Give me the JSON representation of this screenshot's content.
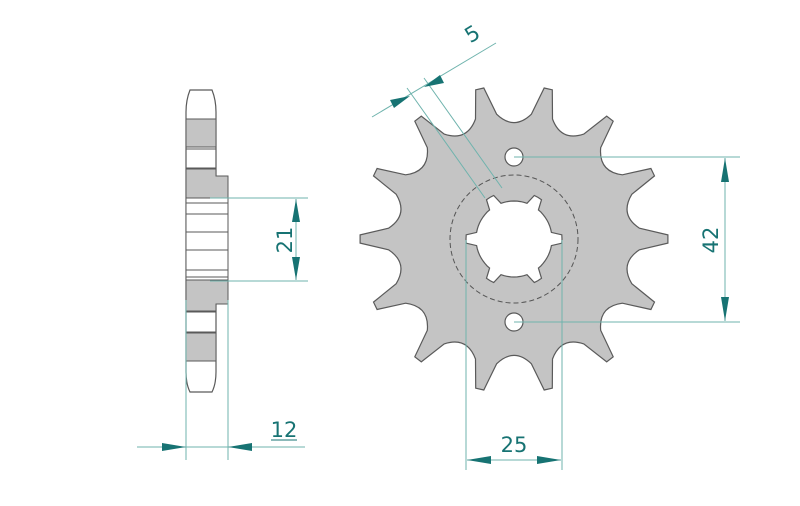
{
  "drawing": {
    "title": "Front sprocket technical drawing",
    "colors": {
      "part_fill": "#c4c4c4",
      "part_outline": "#5a5a5a",
      "dimension": "#177373",
      "dimension_line": "#6fb3ad",
      "background": "#ffffff"
    },
    "part": {
      "teeth_count": 14,
      "bolt_holes": 2,
      "spline_teeth": 6
    },
    "dimensions": {
      "tooth_width": {
        "value": "5",
        "label": "tooth-width"
      },
      "hub_width": {
        "value": "21",
        "label": "hub-spline-height"
      },
      "thickness": {
        "value": "12",
        "label": "overall-thickness"
      },
      "bolt_spacing": {
        "value": "42",
        "label": "bolt-hole-spacing"
      },
      "spline_diameter": {
        "value": "25",
        "label": "spline-bore-diameter"
      }
    }
  }
}
